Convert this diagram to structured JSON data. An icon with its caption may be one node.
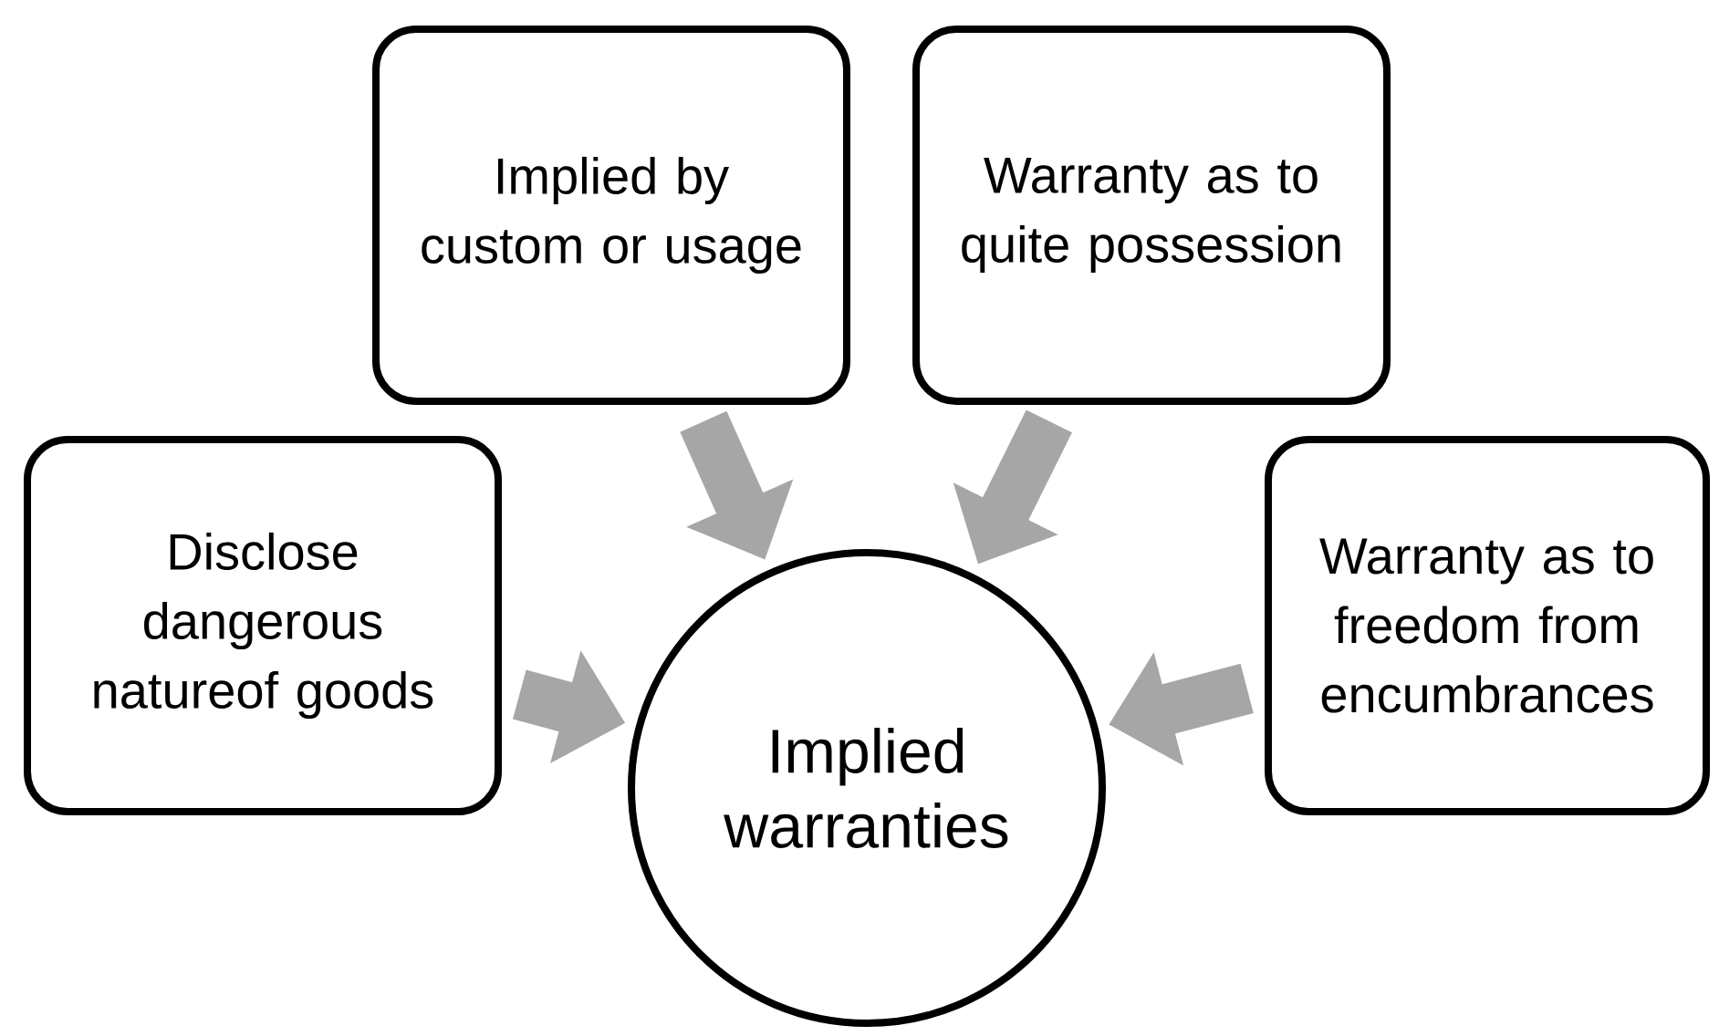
{
  "diagram": {
    "nodes": [
      {
        "text": [
          "Implied by custom or usage"
        ]
      },
      {
        "text": [
          "Warranty as to quite possession"
        ]
      },
      {
        "text": [
          "Disclose dangerous natureof goods"
        ]
      },
      {
        "text": [
          "Warranty as to freedom from encumbrances"
        ]
      },
      {
        "text": [
          "Implied warranties"
        ]
      }
    ],
    "edges": [
      {
        "from": 0,
        "to": 4,
        "arrow": "to"
      },
      {
        "from": 1,
        "to": 4,
        "arrow": "to"
      },
      {
        "from": 2,
        "to": 4,
        "arrow": "to"
      },
      {
        "from": 3,
        "to": 4,
        "arrow": "to"
      }
    ]
  }
}
